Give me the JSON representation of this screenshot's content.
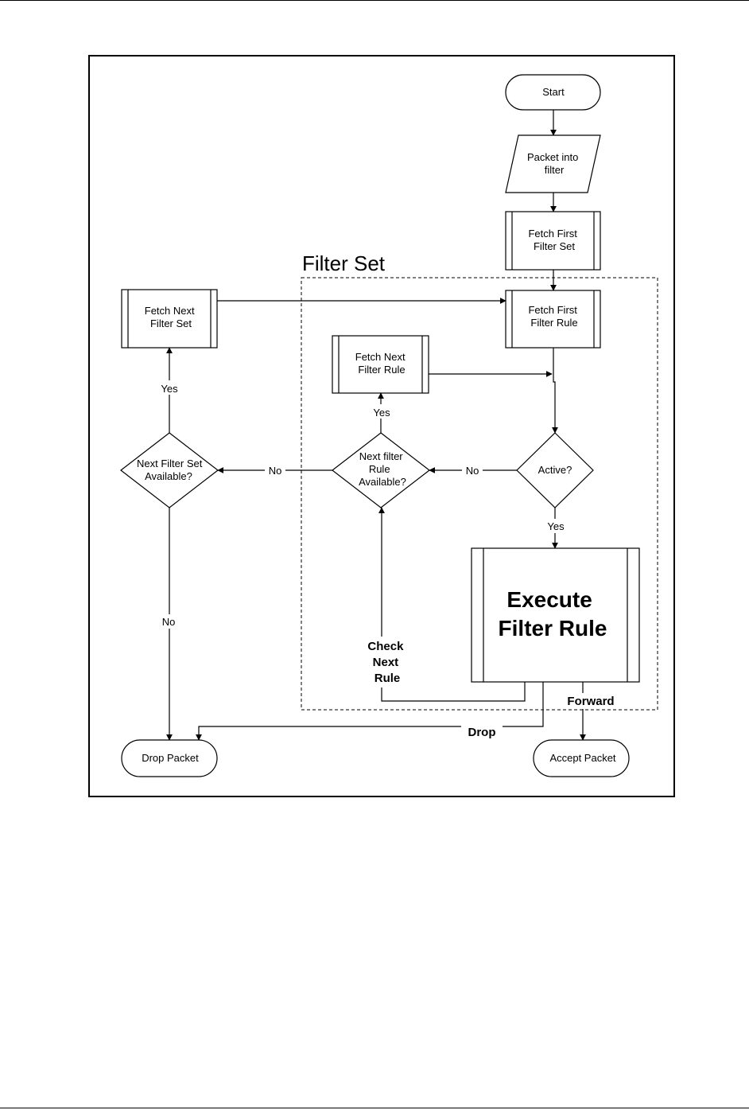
{
  "diagram": {
    "group_title": "Filter Set",
    "nodes": {
      "start": [
        "Start"
      ],
      "packet_into_filter": [
        "Packet into",
        "filter"
      ],
      "fetch_first_filter_set": [
        "Fetch First",
        "Filter Set"
      ],
      "fetch_first_filter_rule": [
        "Fetch First",
        "Filter Rule"
      ],
      "fetch_next_filter_set": [
        "Fetch Next",
        "Filter Set"
      ],
      "fetch_next_filter_rule": [
        "Fetch Next",
        "Filter Rule"
      ],
      "active": [
        "Active?"
      ],
      "next_filter_rule_available": [
        "Next filter",
        "Rule",
        "Available?"
      ],
      "next_filter_set_available": [
        "Next Filter Set",
        "Available?"
      ],
      "execute_filter_rule": [
        "Execute",
        "Filter Rule"
      ],
      "drop_packet": [
        "Drop Packet"
      ],
      "accept_packet": [
        "Accept Packet"
      ]
    },
    "edge_labels": {
      "active_yes": "Yes",
      "active_no": "No",
      "rule_available_yes": "Yes",
      "rule_available_no": "No",
      "set_available_yes": "Yes",
      "set_available_no": "No",
      "check_next_rule": [
        "Check",
        "Next",
        "Rule"
      ],
      "forward": "Forward",
      "drop": "Drop"
    }
  }
}
